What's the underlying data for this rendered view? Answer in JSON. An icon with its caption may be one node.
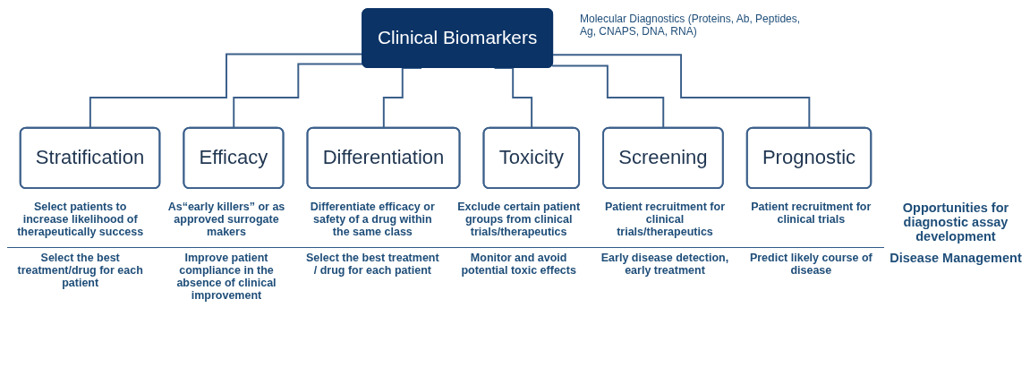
{
  "diagram": {
    "nodes": [
      {
        "text": [
          "Clinical Biomarkers"
        ],
        "beside": [
          "Molecular Diagnostics (Proteins, Ab, Peptides, Ag, CNAPS, DNA, RNA)"
        ]
      },
      {
        "text": [
          "Stratification"
        ]
      },
      {
        "text": [
          "Efficacy"
        ]
      },
      {
        "text": [
          "Differentiation"
        ]
      },
      {
        "text": [
          "Toxicity"
        ]
      },
      {
        "text": [
          "Screening"
        ]
      },
      {
        "text": [
          "Prognostic"
        ]
      }
    ],
    "edges": [
      {
        "from": 0,
        "to": 1,
        "arrow": "none"
      },
      {
        "from": 0,
        "to": 2,
        "arrow": "none"
      },
      {
        "from": 0,
        "to": 3,
        "arrow": "none"
      },
      {
        "from": 0,
        "to": 4,
        "arrow": "none"
      },
      {
        "from": 0,
        "to": 5,
        "arrow": "none"
      },
      {
        "from": 0,
        "to": 6,
        "arrow": "none"
      }
    ],
    "labels": [
      "Select patients to increase likelihood of therapeutically success",
      "As“early killers” or as approved surrogate makers",
      "Differentiate efficacy or safety of a drug within the same class",
      "Exclude certain patient groups from clinical trials/therapeutics",
      "Patient recruitment for clinical trials/therapeutics",
      "Patient recruitment for clinical trials",
      "Opportunities for diagnostic assay development",
      "Select the best treatment/drug for each patient",
      "Improve patient compliance in the absence of clinical improvement",
      "Select the best treatment / drug for each patient",
      "Monitor and avoid potential toxic effects",
      "Early disease detection, early treatment",
      "Predict likely course of disease",
      "Disease Management"
    ]
  }
}
